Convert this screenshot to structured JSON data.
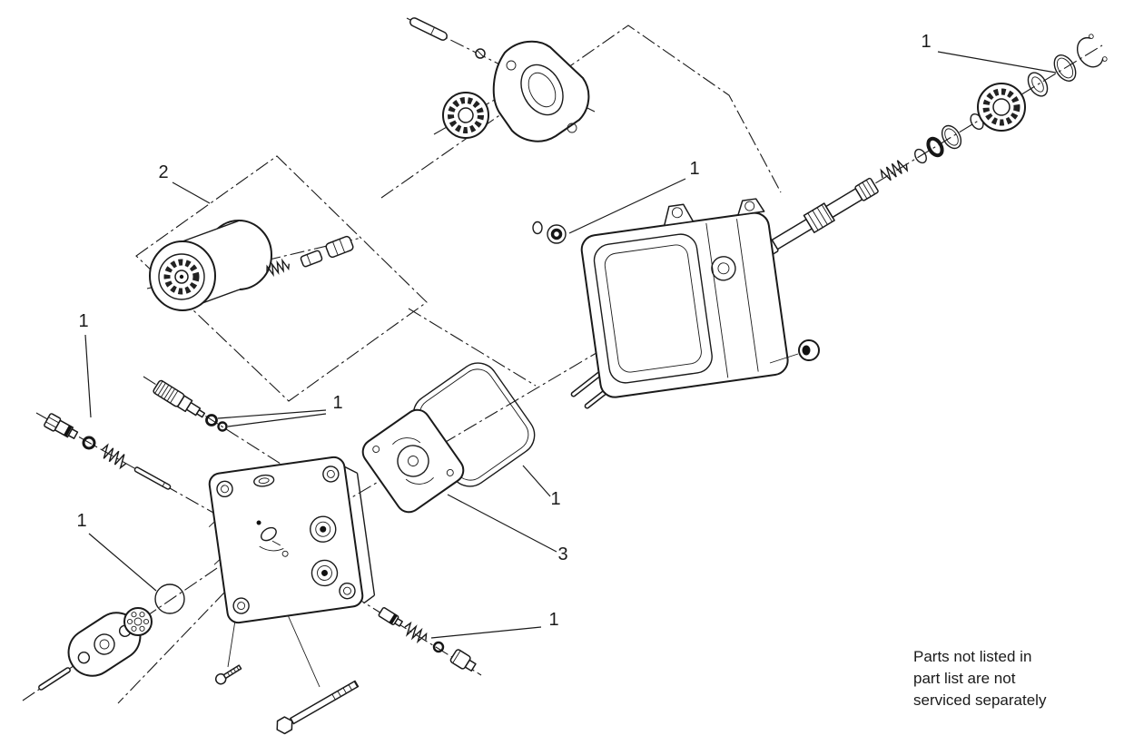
{
  "figure": {
    "callouts": [
      {
        "id": "barrel",
        "label": "2"
      },
      {
        "id": "shaft-stack",
        "label": "1"
      },
      {
        "id": "housing-seal",
        "label": "1"
      },
      {
        "id": "left-plug",
        "label": "1"
      },
      {
        "id": "fitting-orings",
        "label": "1"
      },
      {
        "id": "gasket",
        "label": "1"
      },
      {
        "id": "cover-oring",
        "label": "1"
      },
      {
        "id": "relief-valve",
        "label": "1"
      },
      {
        "id": "valve-plate",
        "label": "3"
      }
    ],
    "note_lines": [
      "Parts not listed in",
      "part list are not",
      "serviced separately"
    ]
  },
  "colors": {
    "ink": "#1a1a1a",
    "background": "#ffffff"
  }
}
